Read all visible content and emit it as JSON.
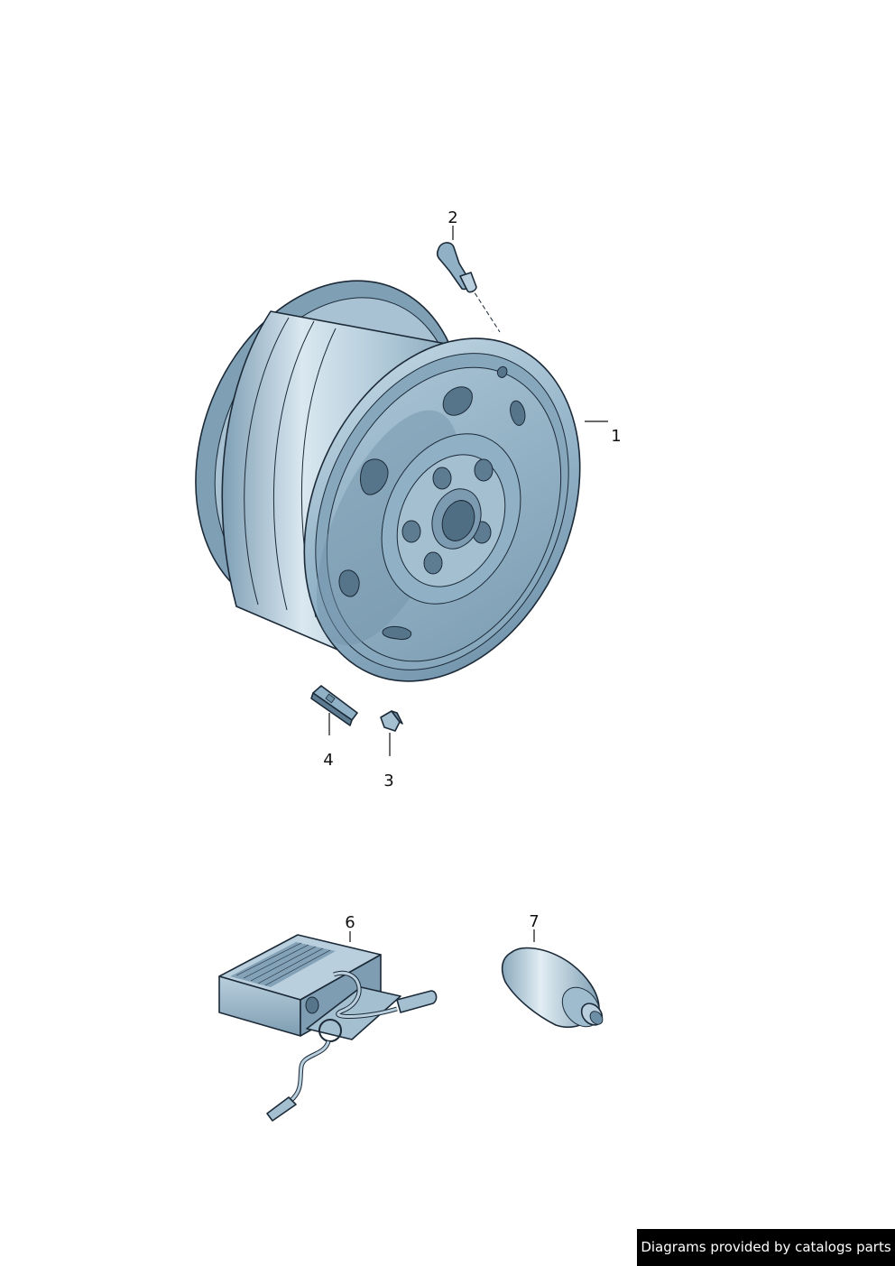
{
  "callouts": [
    {
      "id": "1",
      "label": "1",
      "part": "steel-wheel-rim"
    },
    {
      "id": "2",
      "label": "2",
      "part": "tire-valve"
    },
    {
      "id": "3",
      "label": "3",
      "part": "clip-on-balance-weight"
    },
    {
      "id": "4",
      "label": "4",
      "part": "adhesive-balance-weight"
    },
    {
      "id": "6",
      "label": "6",
      "part": "tire-pressure-control-unit"
    },
    {
      "id": "7",
      "label": "7",
      "part": "sealant-bottle"
    }
  ],
  "credit": {
    "text": "Diagrams provided by catalogs parts"
  },
  "colors": {
    "part_fill": "#93b3c8",
    "part_light": "#cfe0ea",
    "part_dark": "#6d8fa6",
    "outline": "#1c2a38",
    "credit_bg": "#000000",
    "credit_text": "#ffffff"
  }
}
